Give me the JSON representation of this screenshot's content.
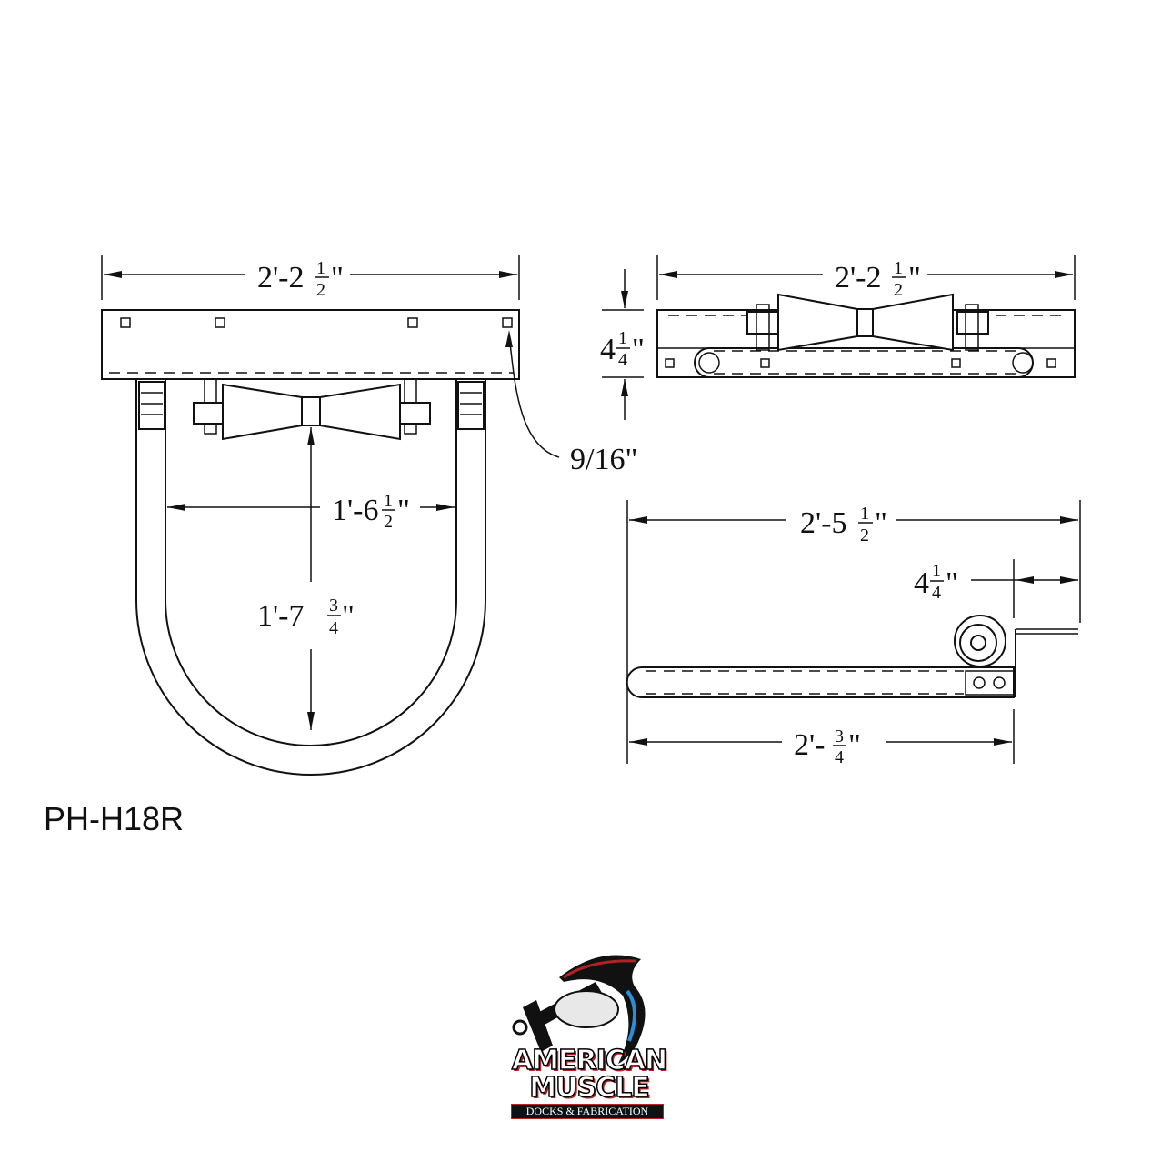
{
  "drawing": {
    "part_number": "PH-H18R",
    "front_view": {
      "overall_width": {
        "whole": "2'-2",
        "num": "1",
        "den": "2"
      },
      "inner_width": {
        "whole": "1'-6",
        "num": "1",
        "den": "2"
      },
      "depth": {
        "whole": "1'-7",
        "num": "3",
        "den": "4"
      },
      "hole_callout": "9/16\""
    },
    "top_view": {
      "width": {
        "whole": "2'-2",
        "num": "1",
        "den": "2"
      },
      "height": {
        "whole": "4",
        "num": "1",
        "den": "4"
      }
    },
    "side_view": {
      "overall_length": {
        "whole": "2'-5",
        "num": "1",
        "den": "2"
      },
      "offset": {
        "whole": "4",
        "num": "1",
        "den": "4"
      },
      "arm_length": {
        "whole": "2'-",
        "num": "3",
        "den": "4"
      }
    }
  },
  "logo": {
    "line1": "AMERICAN",
    "line2": "MUSCLE",
    "line3": "DOCKS & FABRICATION",
    "colors": {
      "red": "#b22222",
      "blue": "#2a8fd6",
      "black": "#111111"
    }
  }
}
